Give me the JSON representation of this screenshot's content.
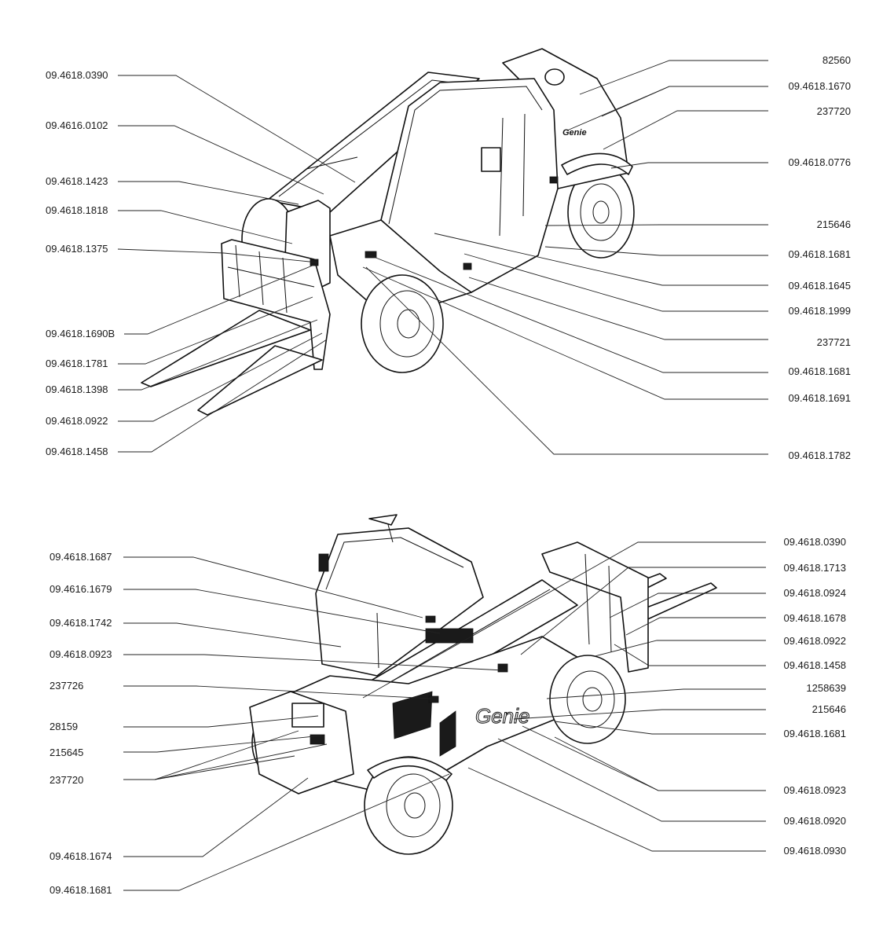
{
  "top_view": {
    "left_labels": [
      "09.4618.0390",
      "09.4616.0102",
      "09.4618.1423",
      "09.4618.1818",
      "09.4618.1375",
      "09.4618.1690B",
      "09.4618.1781",
      "09.4618.1398",
      "09.4618.0922",
      "09.4618.1458"
    ],
    "right_labels": [
      "82560",
      "09.4618.1670",
      "237720",
      "09.4618.0776",
      "215646",
      "09.4618.1681",
      "09.4618.1645",
      "09.4618.1999",
      "237721",
      "09.4618.1681",
      "09.4618.1691",
      "09.4618.1782"
    ],
    "brand": "Genie"
  },
  "bottom_view": {
    "left_labels": [
      "09.4618.1687",
      "09.4616.1679",
      "09.4618.1742",
      "09.4618.0923",
      "237726",
      "28159",
      "215645",
      "237720",
      "09.4618.1674",
      "09.4618.1681"
    ],
    "right_labels": [
      "09.4618.0390",
      "09.4618.1713",
      "09.4618.0924",
      "09.4618.1678",
      "09.4618.0922",
      "09.4618.1458",
      "1258639",
      "215646",
      "09.4618.1681",
      "09.4618.0923",
      "09.4618.0920",
      "09.4618.0930"
    ],
    "brand": "Genie"
  }
}
